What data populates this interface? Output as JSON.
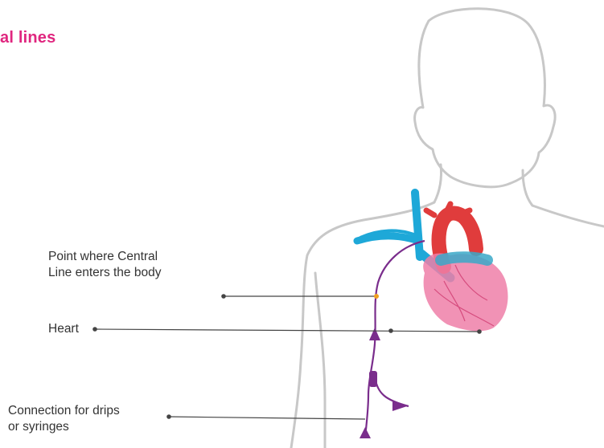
{
  "title": "al lines",
  "labels": {
    "entry_point": {
      "line1": "Point where Central",
      "line2": "Line enters the body"
    },
    "heart": "Heart",
    "connection": {
      "line1": "Connection for drips",
      "line2": "or syringes"
    }
  },
  "colors": {
    "title": "#e0267f",
    "body_outline": "#c8c8c8",
    "vein": "#1ea8d8",
    "artery": "#e03c3c",
    "heart": "#ef7fa8",
    "catheter": "#7a2d8c",
    "leader_line": "#444444",
    "entry_dot": "#f0a020"
  },
  "icons": [
    "human-body-outline",
    "heart-illustration",
    "central-line-catheter"
  ]
}
